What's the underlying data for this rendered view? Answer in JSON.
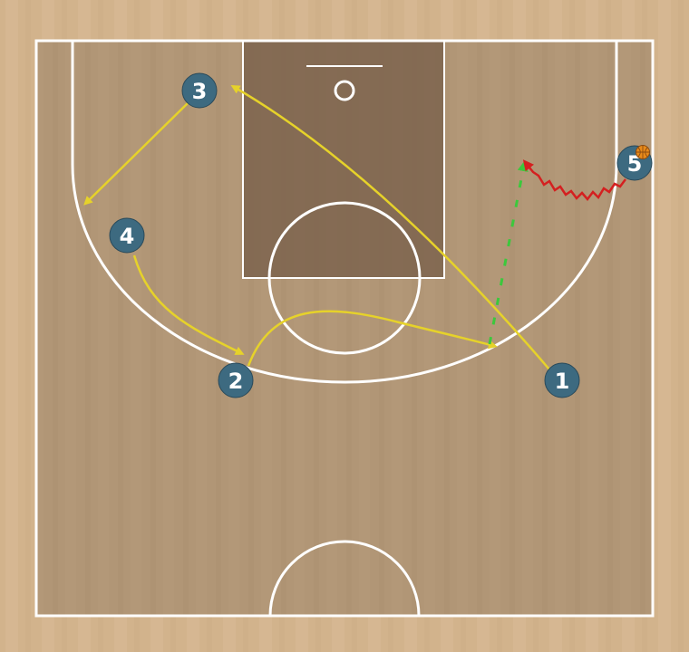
{
  "colors": {
    "floor_outer": "#d2b38c",
    "floor_inner": "#b19676",
    "paint": "#7f6650",
    "lines": "#ffffff",
    "player_fill": "#3d6a80",
    "player_text": "#ffffff",
    "cut_path": "#e6d22a",
    "dribble_path": "#d42020",
    "screen_path": "#3cc83c",
    "ball": "#e88a1a"
  },
  "players": [
    {
      "id": "player-1",
      "label": "1",
      "has_ball": false
    },
    {
      "id": "player-2",
      "label": "2",
      "has_ball": false
    },
    {
      "id": "player-3",
      "label": "3",
      "has_ball": false
    },
    {
      "id": "player-4",
      "label": "4",
      "has_ball": false
    },
    {
      "id": "player-5",
      "label": "5",
      "has_ball": true
    }
  ],
  "actions": [
    {
      "id": "cut-1-to-3",
      "type": "cut",
      "from": "1"
    },
    {
      "id": "cut-3-to-corner",
      "type": "cut",
      "from": "3"
    },
    {
      "id": "cut-4-to-2",
      "type": "cut",
      "from": "4"
    },
    {
      "id": "cut-2-to-wing",
      "type": "cut",
      "from": "2"
    },
    {
      "id": "dribble-5",
      "type": "dribble",
      "from": "5"
    },
    {
      "id": "screen-move",
      "type": "screen"
    }
  ]
}
